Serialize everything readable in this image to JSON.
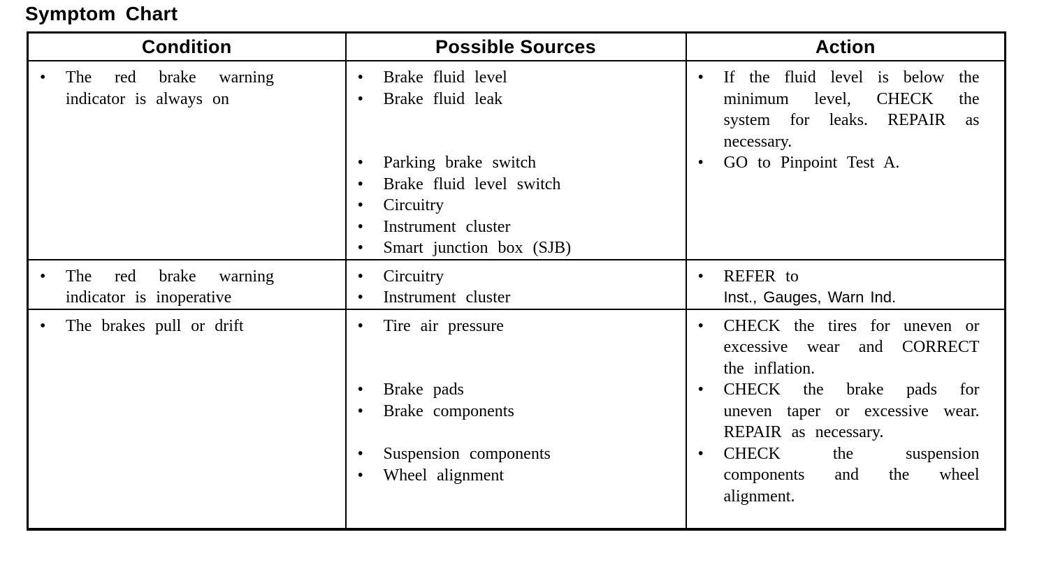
{
  "title": "Symptom Chart",
  "ui": {
    "bullet_char": "•",
    "text_color": "#000000",
    "background_color": "#ffffff",
    "border_color": "#000000"
  },
  "table": {
    "headers": [
      "Condition",
      "Possible Sources",
      "Action"
    ],
    "rows": [
      {
        "condition": [
          "The red brake warning indicator is always on"
        ],
        "sources": [
          "Brake fluid level",
          "Brake fluid leak",
          "Parking brake switch",
          "Brake fluid level switch",
          "Circuitry",
          "Instrument cluster",
          "Smart junction box (SJB)"
        ],
        "actions": [
          "If the fluid level is below the minimum level, CHECK the system for leaks. REPAIR as necessary.",
          "GO to Pinpoint Test A."
        ]
      },
      {
        "condition": [
          "The red brake warning indicator is inoperative"
        ],
        "sources": [
          "Circuitry",
          "Instrument cluster"
        ],
        "actions": [
          {
            "text": "REFER to",
            "link": "Inst., Gauges, Warn Ind."
          }
        ]
      },
      {
        "condition": [
          "The brakes pull or drift"
        ],
        "sources": [
          "Tire air pressure",
          "Brake pads",
          "Brake components",
          "Suspension components",
          "Wheel alignment"
        ],
        "actions": [
          "CHECK the tires for uneven or excessive wear and CORRECT the inflation.",
          "CHECK the brake pads for uneven taper or excessive wear. REPAIR as necessary.",
          "CHECK the suspension components and the wheel alignment."
        ]
      }
    ]
  }
}
